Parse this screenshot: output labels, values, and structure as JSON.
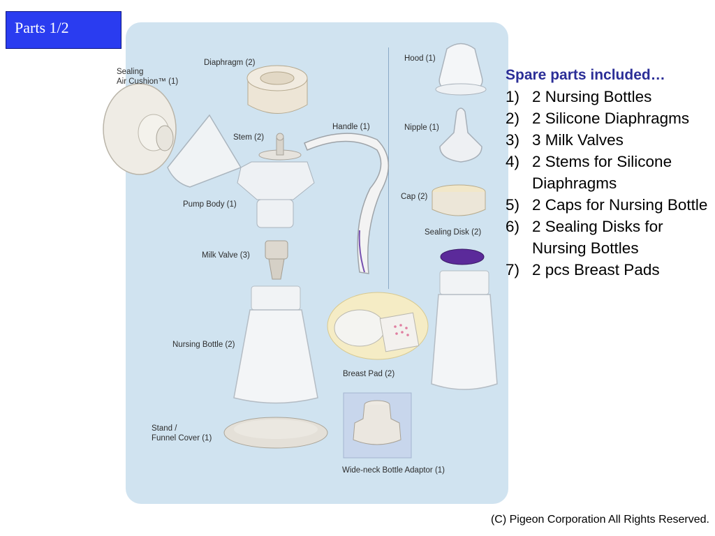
{
  "slide": {
    "title": "Parts 1/2",
    "copyright": "(C) Pigeon Corporation All Rights Reserved."
  },
  "labels": {
    "sealing_line1": "Sealing",
    "sealing_line2": "Air Cushion™ (1)",
    "diaphragm": "Diaphragm (2)",
    "stem": "Stem (2)",
    "handle": "Handle (1)",
    "pump_body": "Pump Body (1)",
    "milk_valve": "Milk Valve (3)",
    "nursing_bottle": "Nursing Bottle (2)",
    "stand_line1": "Stand /",
    "stand_line2": "Funnel Cover (1)",
    "hood": "Hood (1)",
    "nipple": "Nipple (1)",
    "cap": "Cap (2)",
    "sealing_disk": "Sealing Disk (2)",
    "breast_pad": "Breast Pad  (2)",
    "wide_neck": "Wide-neck Bottle Adaptor (1)"
  },
  "spare_parts": {
    "heading": "Spare parts included…",
    "items": [
      {
        "num": "1)",
        "text": "2 Nursing Bottles"
      },
      {
        "num": "2)",
        "text": "2 Silicone Diaphragms"
      },
      {
        "num": "3)",
        "text": "3 Milk Valves"
      },
      {
        "num": "4)",
        "text": "2 Stems for Silicone Diaphragms"
      },
      {
        "num": "5)",
        "text": "2 Caps for Nursing Bottle"
      },
      {
        "num": "6)",
        "text": "2 Sealing Disks for Nursing Bottles"
      },
      {
        "num": "7)",
        "text": "2 pcs Breast Pads"
      }
    ]
  },
  "colors": {
    "title_bg": "#2a3cf0",
    "panel_bg": "#d0e3f0",
    "heading": "#2b2e97",
    "sealing_disk": "#5b2a9a"
  }
}
